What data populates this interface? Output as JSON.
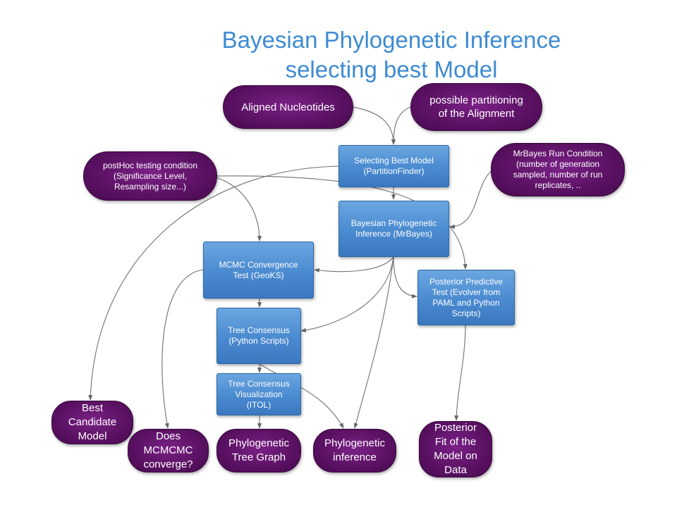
{
  "title": {
    "line1": "Bayesian Phylogenetic Inference",
    "line2": "selecting best Model"
  },
  "nodes": {
    "aligned": "Aligned Nucleotides",
    "partitioning": "possible partitioning\nof the Alignment",
    "posthoc": "postHoc testing condition\n(Significance Level,\nResampling size...)",
    "mrbayes_cond": "MrBayes Run Condition\n(number of generation\nsampled, number of run\nreplicates, ..",
    "select_model": "Selecting Best Model\n(PartitionFinder)",
    "bayes_inf": "Bayesian Phylogenetic\nInference (MrBayes)",
    "mcmc": "MCMC Convergence\nTest (GeoKS)",
    "posterior_test": "Posterior Predictive\nTest (Evolver from\nPAML and Python\nScripts)",
    "tree_consensus": "Tree Consensus\n(Python Scripts)",
    "tree_vis": "Tree Consensus\nVisualization\n(ITOL)",
    "best_candidate": "Best\nCandidate\nModel",
    "does_mcmc": "Does\nMCMCMC\nconverge?",
    "phylo_graph": "Phylogenetic\nTree Graph",
    "phylo_inf": "Phylogenetic\ninference",
    "posterior_fit": "Posterior\nFit of the\nModel on\nData"
  },
  "colors": {
    "title": "#3d8bd1",
    "input_output_fill": "#5a1162",
    "process_fill": "#4a8ad0",
    "connector": "#666666"
  }
}
